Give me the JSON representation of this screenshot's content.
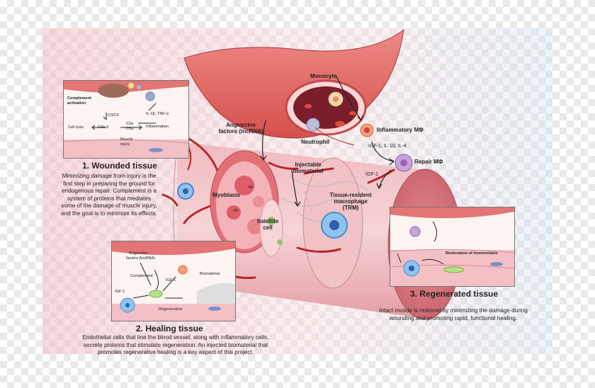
{
  "panels": {
    "wounded": {
      "title": "1. Wounded tissue",
      "desc_lines": [
        "Minimizing damage from injury is the",
        "first step in preparing the ground for",
        "endogenous repair. Complement is a",
        "system of proteins that mediates",
        "some of the damage of muscle injury,",
        "and the goal is to minimize its effects."
      ],
      "inset": {
        "complement": "Complement",
        "activation": "activation",
        "c3c5": "C3/C5",
        "il1": "IL-1β, TNF-α",
        "celllysis": "Cell lysis",
        "c5b9": "C5b-9",
        "c3a": "C3a",
        "c5a": "C5a",
        "inflammation": "Inflammation",
        "muscle": "Muscle",
        "injury": "injury"
      }
    },
    "healing": {
      "title": "2. Healing tissue",
      "desc_lines": [
        "Endothelial cells that line the blood vessel, along with inflammatory cells,",
        "secrete proteins that stimulate regeneration. An injected biomaterial that",
        "promotes regenerative healing is a key aspect of this project."
      ],
      "inset": {
        "angiocrine": "Angiocrine",
        "factors": "factors (lncRNA)",
        "complement": "Complement",
        "igf1_a": "IGF-1",
        "igf1_b": "IGF-1",
        "biomaterial": "Biomaterial",
        "regeneration": "Regeneration"
      }
    },
    "regenerated": {
      "title": "3. Regenerated tissue",
      "desc_lines": [
        "Intact musde is restored by minimizing the damage during",
        "wounding and promoting rapid, functional healing."
      ],
      "inset": {
        "restoration": "Restoration of homeostasis"
      }
    }
  },
  "labels": {
    "monocyte": "Monocyte",
    "neutrophil": "Neutrophil",
    "inflammatory_mf": "Inflammatory MΦ",
    "angiocrine_1": "Angiocrine",
    "angiocrine_2": "factors (lncRNA)",
    "cytokines": "IGF-1, IL-10, IL-4",
    "repair_mf": "Repair MΦ",
    "igf1": "IGF-1",
    "injectable_1": "Injectable",
    "injectable_2": "biomaterial",
    "trm_1": "Tissue-resident",
    "trm_2": "macrophage",
    "trm_3": "(TRM)",
    "myoblasts": "Myoblasts",
    "satellite_1": "Satellite",
    "satellite_2": "cell"
  },
  "colors": {
    "vessel": "#e2625f",
    "muscle": "#e8a1a7",
    "macrophage": "#5b86c6",
    "biomaterial": "#bdbdbd"
  }
}
